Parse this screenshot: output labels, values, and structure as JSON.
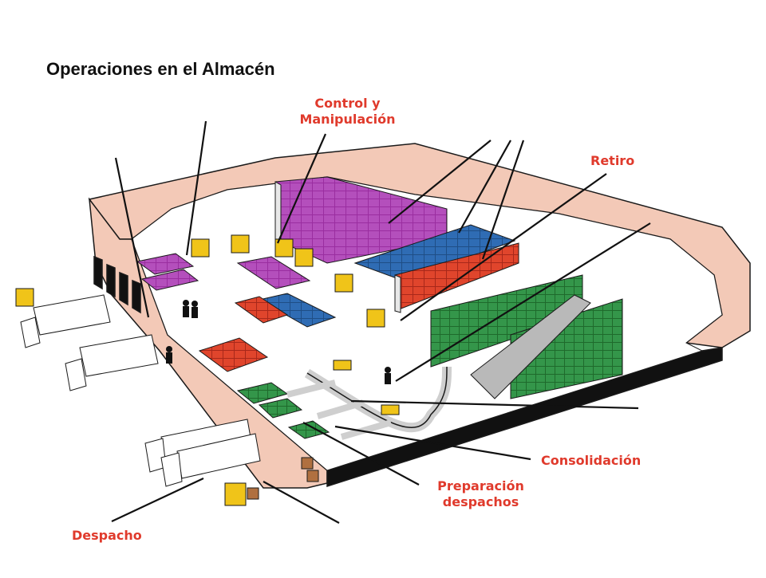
{
  "title": "Operaciones en el Almacén",
  "labels": {
    "control_line1": "Control y",
    "control_line2": "Manipulación",
    "retiro": "Retiro",
    "consolidacion": "Consolidación",
    "preparacion_line1": "Preparación",
    "preparacion_line2": "despachos",
    "despacho": "Despacho"
  },
  "colors": {
    "label": "#e03a2c",
    "wall": "#f3c9b7",
    "floor": "#ffffff",
    "outline": "#1a1a1a",
    "purple_stock": "#9a2ea0",
    "blue_stock": "#2a64a8",
    "red_stock": "#d93a22",
    "green_stock": "#2f8a3c",
    "forklift": "#f0c419"
  }
}
